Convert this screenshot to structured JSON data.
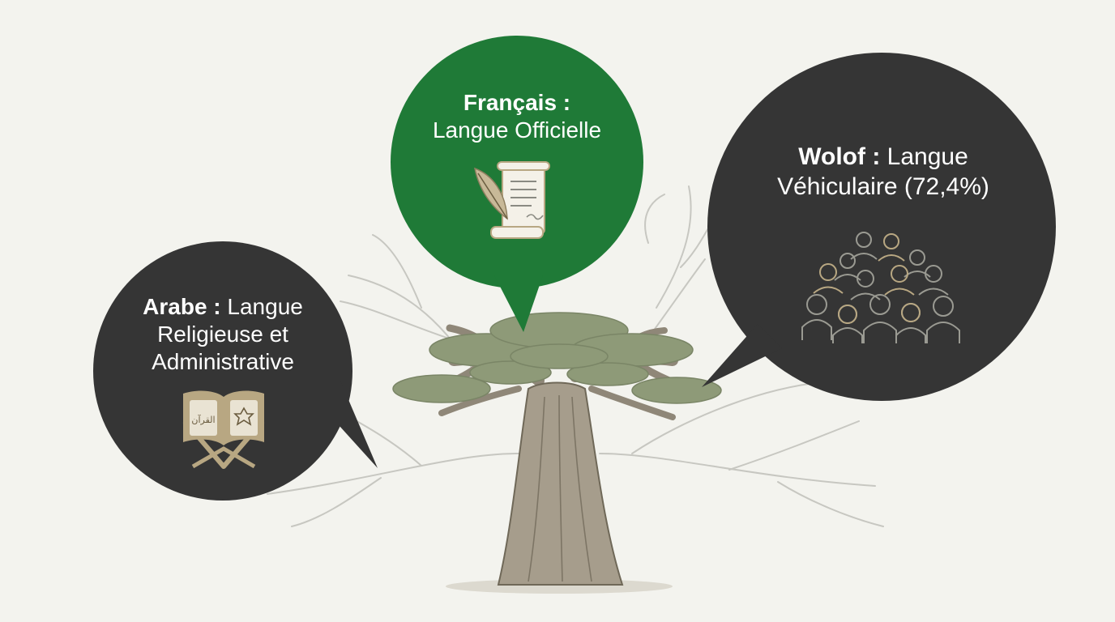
{
  "colors": {
    "background": "#f3f3ee",
    "french_bubble": "#1f7a37",
    "dark_bubble": "#353535",
    "icon_gold": "#b8a782",
    "foliage": "#8e9a78",
    "trunk": "#a69d8c",
    "roots": "#c7c7c1"
  },
  "bubbles": {
    "french": {
      "name": "Français :",
      "role": "Langue Officielle",
      "icon": "scroll-quill-icon"
    },
    "arabic": {
      "name": "Arabe :",
      "role_line1": "Langue",
      "role_line2": "Religieuse et",
      "role_line3": "Administrative",
      "icon": "quran-book-icon",
      "book_script": "القرآن"
    },
    "wolof": {
      "name": "Wolof :",
      "role_line1": "Langue",
      "role_line2": "Véhiculaire (72,4%)",
      "icon": "crowd-people-icon"
    }
  },
  "tree": {
    "icon": "baobab-tree-icon"
  }
}
